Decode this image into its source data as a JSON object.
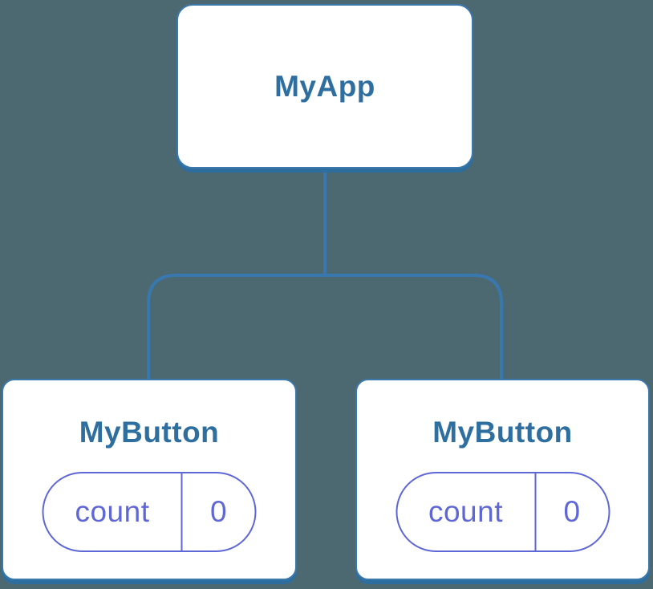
{
  "diagram": {
    "root": {
      "label": "MyApp"
    },
    "children": [
      {
        "label": "MyButton",
        "state": {
          "key": "count",
          "value": "0"
        }
      },
      {
        "label": "MyButton",
        "state": {
          "key": "count",
          "value": "0"
        }
      }
    ]
  },
  "colors": {
    "background": "#4C6972",
    "node_fill": "#FFFFFF",
    "node_border": "#3B79AD",
    "node_shadow": "#2E6E9E",
    "node_text": "#2F6FA0",
    "connector": "#3878AE",
    "state_accent": "#5E67D5"
  }
}
